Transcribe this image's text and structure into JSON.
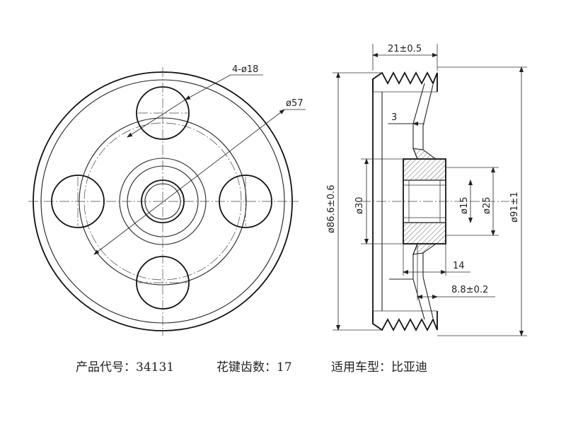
{
  "front_view": {
    "hole_callout": "4-ø18",
    "pcd_callout": "ø57"
  },
  "side_view": {
    "width_dim": "21±0.5",
    "rim_dim": "3",
    "bore_depth_dim": "14",
    "offset_dim": "8.8±0.2",
    "belt_dia_dim": "ø86.6±0.6",
    "hub_dia_dim": "ø30",
    "bore_dia_dim": "ø15",
    "boss_dia_dim": "ø25",
    "outer_dia_dim": "ø91±1"
  },
  "info": {
    "part_code": "产品代号：34131",
    "spline_teeth": "花键齿数：17",
    "vehicle": "适用车型：比亚迪"
  }
}
